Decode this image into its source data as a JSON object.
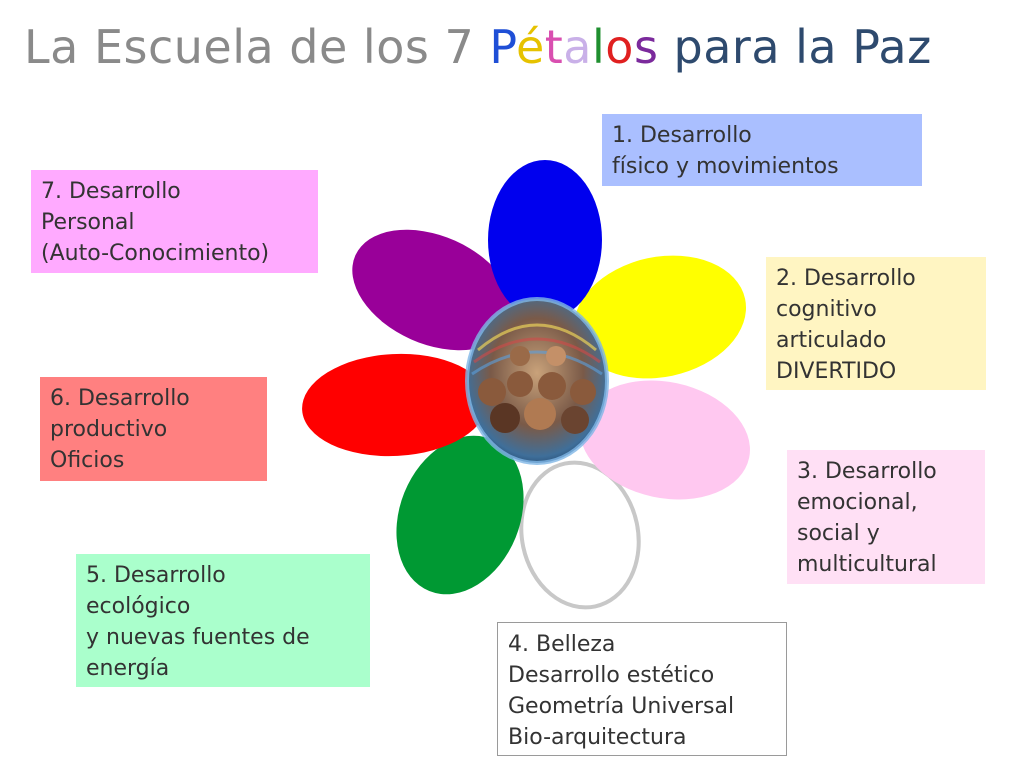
{
  "title": {
    "prefix": "La Escuela de los 7 ",
    "highlight": [
      "P",
      "é",
      "t",
      "a",
      "l",
      "o",
      "s"
    ],
    "highlight_colors": [
      "#1f4fd6",
      "#e6c200",
      "#d94fb0",
      "#c9b0e8",
      "#1f8f2f",
      "#e02020",
      "#7b2a9c"
    ],
    "suffix": " para la Paz"
  },
  "petals": [
    {
      "name": "fisico",
      "color": "#0000ee"
    },
    {
      "name": "cognitivo",
      "color": "#ffff00"
    },
    {
      "name": "emocional",
      "color": "#ffc8f0"
    },
    {
      "name": "belleza",
      "color": "#ffffff",
      "outline": "#c8c8c8"
    },
    {
      "name": "ecologico",
      "color": "#009933"
    },
    {
      "name": "productivo",
      "color": "#ff0000"
    },
    {
      "name": "personal",
      "color": "#990099"
    }
  ],
  "boxes": [
    {
      "id": "1",
      "bg": "#aabfff",
      "lines": [
        "1.   Desarrollo",
        "físico y movimientos"
      ]
    },
    {
      "id": "2",
      "bg": "#fff5c2",
      "lines": [
        "2. Desarrollo",
        "cognitivo",
        "articulado",
        "DIVERTIDO"
      ]
    },
    {
      "id": "3",
      "bg": "#ffe0f5",
      "lines": [
        "3. Desarrollo",
        "emocional,",
        "social y",
        "multicultural"
      ]
    },
    {
      "id": "4",
      "bg": "#ffffff",
      "lines": [
        "4. Belleza",
        "Desarrollo estético",
        "Geometría Universal",
        "Bio-arquitectura"
      ]
    },
    {
      "id": "5",
      "bg": "#aaffcc",
      "lines": [
        "5. Desarrollo",
        "ecológico",
        "y nuevas fuentes de",
        "energía"
      ]
    },
    {
      "id": "6",
      "bg": "#ff8080",
      "lines": [
        "6. Desarrollo",
        "productivo",
        "Oficios"
      ]
    },
    {
      "id": "7",
      "bg": "#ffaaff",
      "lines": [
        "7. Desarrollo",
        "Personal",
        "(Auto-Conocimiento)"
      ]
    }
  ]
}
